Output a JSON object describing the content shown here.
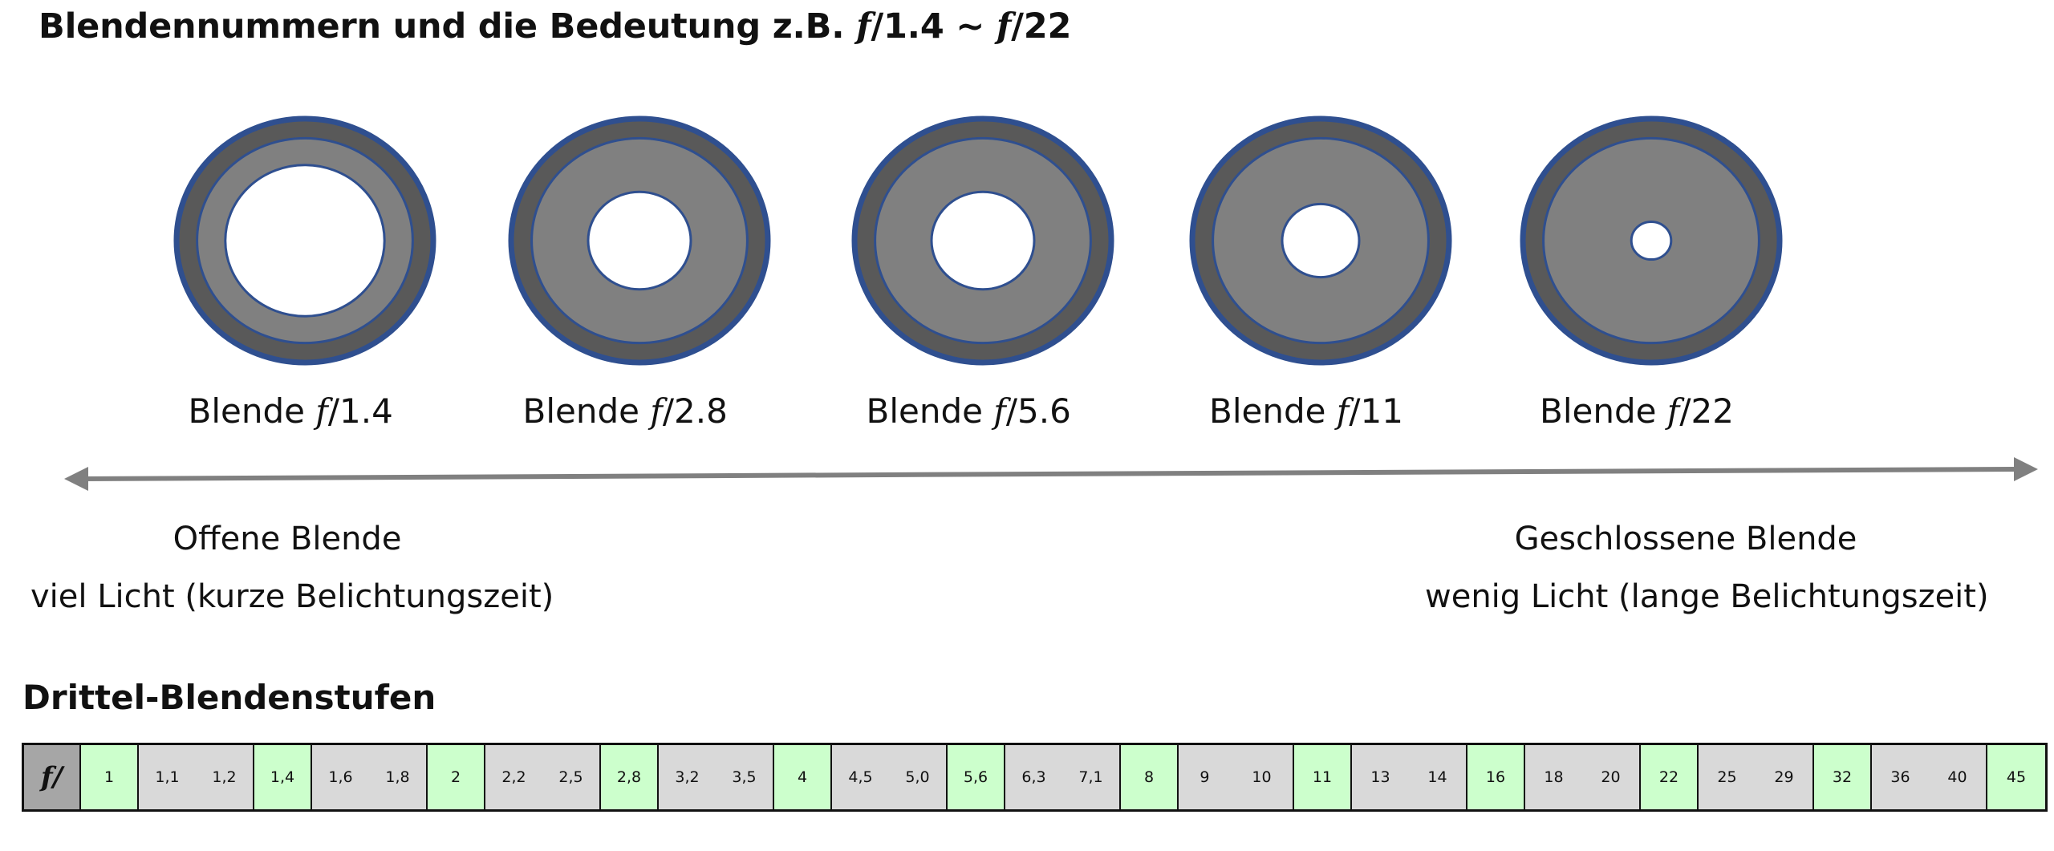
{
  "title": {
    "text": "Blendennummern und die Bedeutung z.B. ",
    "f1": "f",
    "mid1": "/1.4 ~ ",
    "f2": "f",
    "mid2": "/22"
  },
  "apertures": [
    {
      "prefix": "Blende ",
      "f": "f",
      "value": "/1.4",
      "opening": 0.62
    },
    {
      "prefix": "Blende ",
      "f": "f",
      "value": "/2.8",
      "opening": 0.4
    },
    {
      "prefix": "Blende ",
      "f": "f",
      "value": "/5.6",
      "opening": 0.4
    },
    {
      "prefix": "Blende ",
      "f": "f",
      "value": "/11",
      "opening": 0.3
    },
    {
      "prefix": "Blende ",
      "f": "f",
      "value": "/22",
      "opening": 0.155
    }
  ],
  "left_text": {
    "line1": "Offene Blende",
    "line2": "viel Licht (kurze Belichtungszeit)"
  },
  "right_text": {
    "line1": "Geschlossene Blende",
    "line2": "wenig Licht (lange Belichtungszeit)"
  },
  "section_title": "Drittel-Blendenstufen",
  "stops_header": "f/",
  "stops": [
    {
      "kind": "full",
      "values": [
        "1"
      ]
    },
    {
      "kind": "third",
      "values": [
        "1,1",
        "1,2"
      ]
    },
    {
      "kind": "full",
      "values": [
        "1,4"
      ]
    },
    {
      "kind": "third",
      "values": [
        "1,6",
        "1,8"
      ]
    },
    {
      "kind": "full",
      "values": [
        "2"
      ]
    },
    {
      "kind": "third",
      "values": [
        "2,2",
        "2,5"
      ]
    },
    {
      "kind": "full",
      "values": [
        "2,8"
      ]
    },
    {
      "kind": "third",
      "values": [
        "3,2",
        "3,5"
      ]
    },
    {
      "kind": "full",
      "values": [
        "4"
      ]
    },
    {
      "kind": "third",
      "values": [
        "4,5",
        "5,0"
      ]
    },
    {
      "kind": "full",
      "values": [
        "5,6"
      ]
    },
    {
      "kind": "third",
      "values": [
        "6,3",
        "7,1"
      ]
    },
    {
      "kind": "full",
      "values": [
        "8"
      ]
    },
    {
      "kind": "third",
      "values": [
        "9",
        "10"
      ]
    },
    {
      "kind": "full",
      "values": [
        "11"
      ]
    },
    {
      "kind": "third",
      "values": [
        "13",
        "14"
      ]
    },
    {
      "kind": "full",
      "values": [
        "16"
      ]
    },
    {
      "kind": "third",
      "values": [
        "18",
        "20"
      ]
    },
    {
      "kind": "full",
      "values": [
        "22"
      ]
    },
    {
      "kind": "third",
      "values": [
        "25",
        "29"
      ]
    },
    {
      "kind": "full",
      "values": [
        "32"
      ]
    },
    {
      "kind": "third",
      "values": [
        "36",
        "40"
      ]
    },
    {
      "kind": "full",
      "values": [
        "45"
      ]
    }
  ],
  "colors": {
    "ring_outer": "#2f4f8f",
    "ring_dark": "#595959",
    "blade": "#808080",
    "full_stop": "#ccffcc",
    "third_stop": "#d9d9d9",
    "arrow": "#808080"
  }
}
